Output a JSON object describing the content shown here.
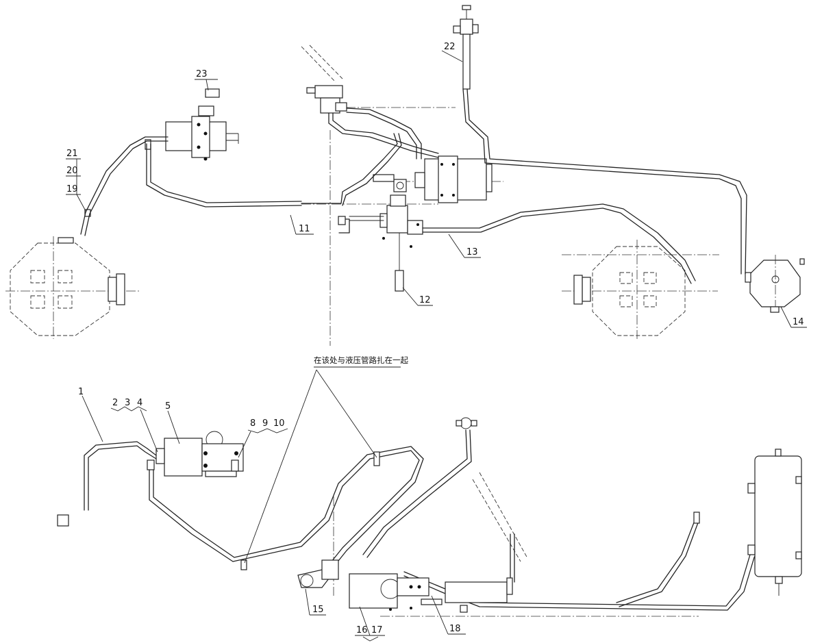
{
  "labels": {
    "l1": "1",
    "l2": "2",
    "l3": "3",
    "l4": "4",
    "l5": "5",
    "l8": "8",
    "l9": "9",
    "l10": "10",
    "l11": "11",
    "l12": "12",
    "l13": "13",
    "l14": "14",
    "l15": "15",
    "l16": "16",
    "l17": "17",
    "l18": "18",
    "l19": "19",
    "l20": "20",
    "l21": "21",
    "l22": "22",
    "l23": "23"
  },
  "note": "在该处与液压管路扎在一起"
}
